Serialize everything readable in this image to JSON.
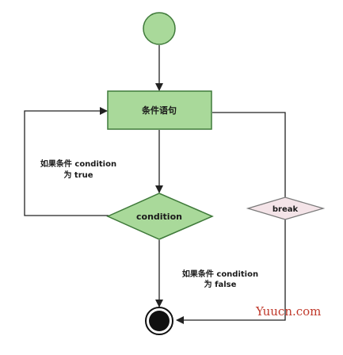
{
  "diagram": {
    "start_node": {
      "label": ""
    },
    "statement_box": {
      "label": "条件语句"
    },
    "condition_diamond": {
      "label": "condition"
    },
    "break_node": {
      "label": "break"
    },
    "end_node": {
      "label": ""
    },
    "true_label": {
      "line1": "如果条件 condition",
      "line2": "为 true"
    },
    "false_label": {
      "line1": "如果条件 condition",
      "line2": "为 false"
    },
    "watermark": {
      "text": "Yuucn.com"
    },
    "colors": {
      "node_fill": "#a9d99a",
      "node_stroke": "#3f7a3a",
      "break_fill": "#f4e4e8",
      "break_stroke": "#7a7a7a",
      "line": "#222222",
      "end_fill": "#111111",
      "watermark": "#c0392b"
    }
  }
}
